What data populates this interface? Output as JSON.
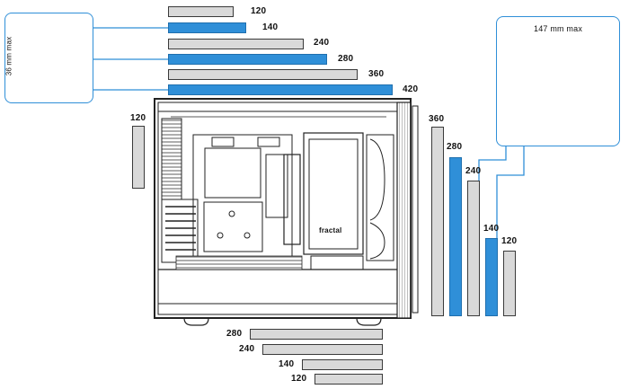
{
  "top_radiators": [
    {
      "label": "120",
      "color": "gray"
    },
    {
      "label": "140",
      "color": "blue"
    },
    {
      "label": "240",
      "color": "gray"
    },
    {
      "label": "280",
      "color": "blue"
    },
    {
      "label": "360",
      "color": "gray"
    },
    {
      "label": "420",
      "color": "blue"
    }
  ],
  "rear_radiator": {
    "label": "120"
  },
  "front_radiators": [
    {
      "label": "360",
      "color": "gray"
    },
    {
      "label": "280",
      "color": "blue"
    },
    {
      "label": "240",
      "color": "gray"
    },
    {
      "label": "140",
      "color": "blue"
    },
    {
      "label": "120",
      "color": "gray"
    }
  ],
  "bottom_radiators": [
    {
      "label": "280"
    },
    {
      "label": "240"
    },
    {
      "label": "140"
    },
    {
      "label": "120"
    }
  ],
  "top_clearance": {
    "label": "36 mm max"
  },
  "front_thickness": {
    "label": "147 mm max"
  },
  "case_logo": "fractal",
  "colors": {
    "blue": "#2f8fd8",
    "gray": "#d9d9d9",
    "outline": "#3a3a3a"
  }
}
